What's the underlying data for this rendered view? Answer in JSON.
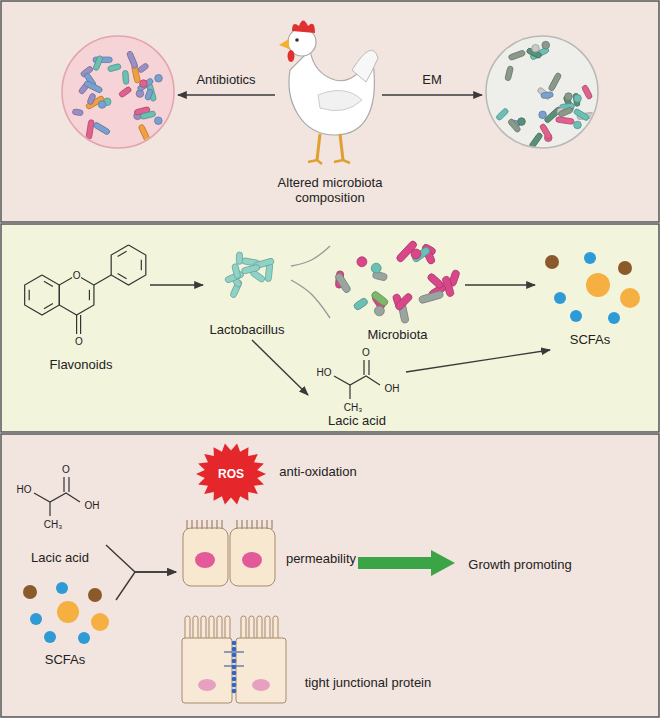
{
  "diagram": {
    "nodes": [
      {
        "text": [
          "Altered microbiota composition"
        ]
      },
      {
        "text": [
          "Flavonoids"
        ]
      },
      {
        "text": [
          "Lactobacillus"
        ]
      },
      {
        "text": [
          "Microbiota"
        ]
      },
      {
        "text": [
          "SCFAs"
        ]
      },
      {
        "text": [
          "Lacic acid"
        ]
      },
      {
        "text": [
          "Lacic acid"
        ]
      },
      {
        "text": [
          "SCFAs"
        ]
      },
      {
        "text": [
          "ROS"
        ]
      },
      {
        "text": [
          "permeability"
        ]
      },
      {
        "text": [
          "Growth promoting"
        ]
      }
    ],
    "edges": [
      {
        "from": 1,
        "to": 2,
        "arrow": "to"
      },
      {
        "from": 2,
        "to": 3,
        "arrow": "none"
      },
      {
        "from": 3,
        "to": 4,
        "arrow": "to"
      },
      {
        "from": 2,
        "to": 5,
        "arrow": "to"
      },
      {
        "from": 5,
        "to": 4,
        "arrow": "to"
      },
      {
        "from": 6,
        "to": 9,
        "arrow": "to"
      },
      {
        "from": 7,
        "to": 9,
        "arrow": "to"
      },
      {
        "from": 9,
        "to": 10,
        "arrow": "to"
      }
    ],
    "labels": [
      "Antibiotics",
      "EM",
      "O",
      "O",
      "HO",
      "O",
      "OH",
      "CH₃",
      "HO",
      "O",
      "OH",
      "CH₃",
      "anti-oxidation",
      "tight junctional protein"
    ]
  }
}
